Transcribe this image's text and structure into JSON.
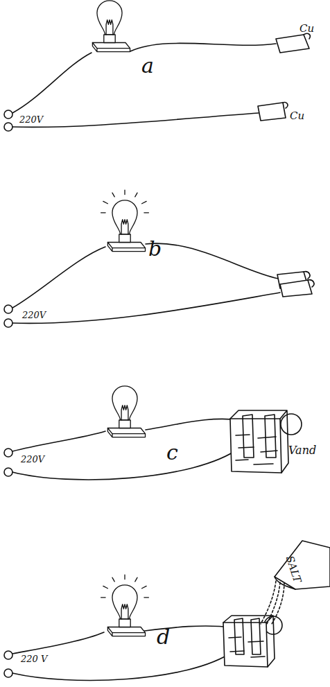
{
  "diagram": {
    "labels": [
      "220V",
      "a",
      "Cu",
      "Cu",
      "220V",
      "b",
      "220V",
      "c",
      "Vand",
      "220 V",
      "d",
      "SALT"
    ]
  }
}
